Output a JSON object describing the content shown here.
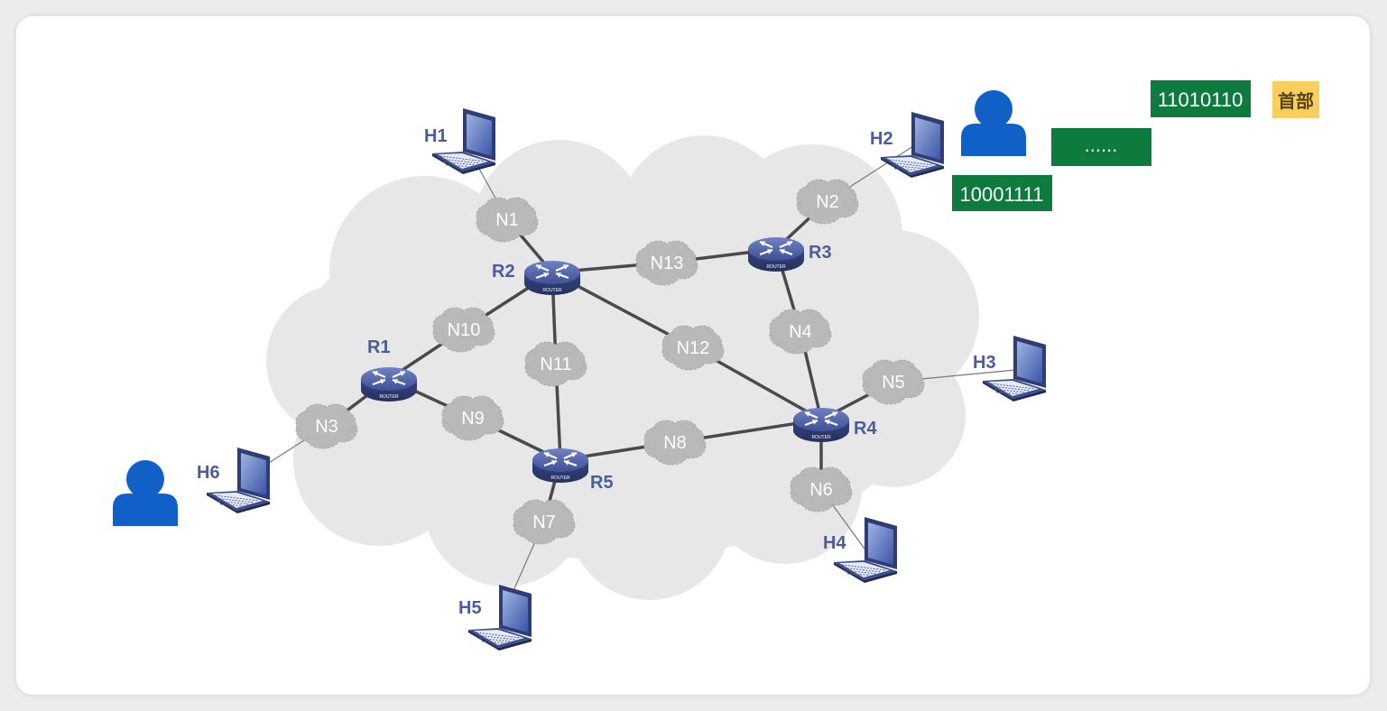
{
  "hosts": [
    {
      "id": "h1",
      "label": "H1"
    },
    {
      "id": "h2",
      "label": "H2"
    },
    {
      "id": "h3",
      "label": "H3"
    },
    {
      "id": "h4",
      "label": "H4"
    },
    {
      "id": "h5",
      "label": "H5"
    },
    {
      "id": "h6",
      "label": "H6"
    }
  ],
  "routers": [
    {
      "id": "r1",
      "label": "R1",
      "badge": "ROUTER"
    },
    {
      "id": "r2",
      "label": "R2",
      "badge": "ROUTER"
    },
    {
      "id": "r3",
      "label": "R3",
      "badge": "ROUTER"
    },
    {
      "id": "r4",
      "label": "R4",
      "badge": "ROUTER"
    },
    {
      "id": "r5",
      "label": "R5",
      "badge": "ROUTER"
    }
  ],
  "networks": [
    {
      "id": "n1",
      "label": "N1"
    },
    {
      "id": "n2",
      "label": "N2"
    },
    {
      "id": "n3",
      "label": "N3"
    },
    {
      "id": "n4",
      "label": "N4"
    },
    {
      "id": "n5",
      "label": "N5"
    },
    {
      "id": "n6",
      "label": "N6"
    },
    {
      "id": "n7",
      "label": "N7"
    },
    {
      "id": "n8",
      "label": "N8"
    },
    {
      "id": "n9",
      "label": "N9"
    },
    {
      "id": "n10",
      "label": "N10"
    },
    {
      "id": "n11",
      "label": "N11"
    },
    {
      "id": "n12",
      "label": "N12"
    },
    {
      "id": "n13",
      "label": "N13"
    }
  ],
  "links": [
    [
      "h1",
      "n1"
    ],
    [
      "n1",
      "r2"
    ],
    [
      "r2",
      "n13"
    ],
    [
      "n13",
      "r3"
    ],
    [
      "r3",
      "n2"
    ],
    [
      "n2",
      "h2"
    ],
    [
      "r3",
      "n4"
    ],
    [
      "n4",
      "r4"
    ],
    [
      "r4",
      "n5"
    ],
    [
      "n5",
      "h3"
    ],
    [
      "r4",
      "n6"
    ],
    [
      "n6",
      "h4"
    ],
    [
      "r2",
      "n12"
    ],
    [
      "n12",
      "r4"
    ],
    [
      "r2",
      "n11"
    ],
    [
      "n11",
      "r5"
    ],
    [
      "r2",
      "n10"
    ],
    [
      "n10",
      "r1"
    ],
    [
      "r1",
      "n9"
    ],
    [
      "n9",
      "r5"
    ],
    [
      "r1",
      "n3"
    ],
    [
      "n3",
      "h6"
    ],
    [
      "r5",
      "n8"
    ],
    [
      "n8",
      "r4"
    ],
    [
      "r5",
      "n7"
    ],
    [
      "n7",
      "h5"
    ]
  ],
  "packet": {
    "header_label": "首部",
    "segment_top": "11010110",
    "segment_middle": "......",
    "segment_bottom": "10001111"
  },
  "users": [
    {
      "id": "user-receiver"
    },
    {
      "id": "user-sender"
    }
  ],
  "colors": {
    "user": "#1060c8",
    "packet_green": "#0d7a3e",
    "header_yellow": "#f8cf5f",
    "cloud": "#e7e7e7",
    "net_cloud": "#b9b9b9",
    "router": "#4a5ca0",
    "label": "#4a5c9c",
    "link": "#4a4a4a"
  }
}
